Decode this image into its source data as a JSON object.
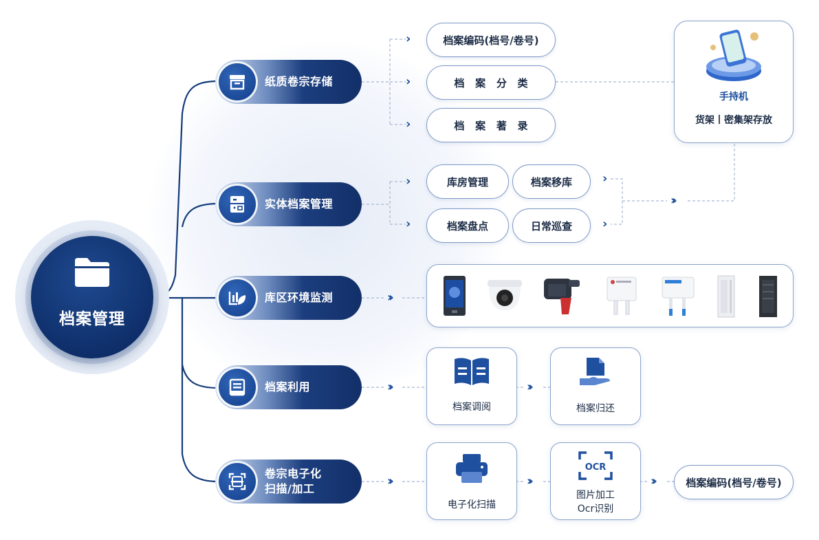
{
  "root": {
    "label": "档案管理",
    "icon": "folder-icon"
  },
  "branches": [
    {
      "id": "paper",
      "label": "纸质卷宗存储",
      "icon": "archive-box-icon"
    },
    {
      "id": "physical",
      "label": "实体档案管理",
      "icon": "cabinet-icon"
    },
    {
      "id": "env",
      "label": "库区环境监测",
      "icon": "monitor-leaf-icon"
    },
    {
      "id": "use",
      "label": "档案利用",
      "icon": "document-screen-icon"
    },
    {
      "id": "scan",
      "label_line1": "卷宗电子化",
      "label_line2": "扫描/加工",
      "icon": "scan-frame-icon"
    }
  ],
  "paper_items": [
    "档案编码(档号/卷号)",
    "档   案   分   类",
    "档   案   著   录"
  ],
  "physical_items": [
    "库房管理",
    "档案移库",
    "档案盘点",
    "日常巡查"
  ],
  "handheld": {
    "title": "手持机",
    "subtitle": "货架丨密集架存放",
    "icon": "phone-device-icon"
  },
  "env_devices": [
    "face-terminal",
    "dome-camera",
    "rfid-handheld-reader",
    "temperature-sensor",
    "humidity-sensor",
    "server-cabinet-white",
    "server-cabinet-black"
  ],
  "use_items": [
    {
      "label": "档案调阅",
      "icon": "open-book-icon"
    },
    {
      "label": "档案归还",
      "icon": "hand-document-icon"
    }
  ],
  "scan_items": [
    {
      "label": "电子化扫描",
      "icon": "printer-icon"
    },
    {
      "label_line1": "图片加工",
      "label_line2": "Ocr识别",
      "icon": "ocr-icon",
      "icon_text": "OCR"
    }
  ],
  "scan_result": "档案编码(档号/卷号)",
  "colors": {
    "navy": "#122f68",
    "blue": "#1d4f9d",
    "border": "#7d98c6"
  }
}
